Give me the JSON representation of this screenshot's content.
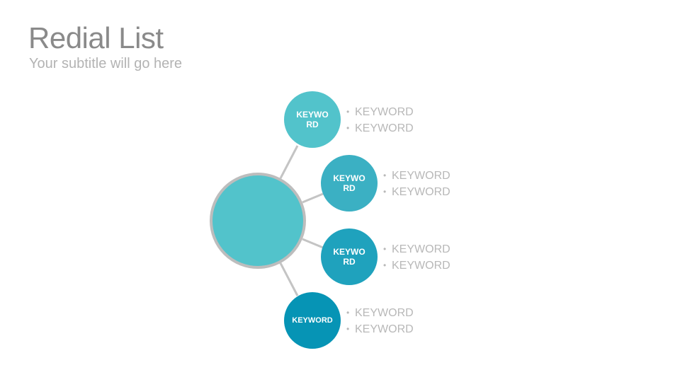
{
  "header": {
    "title": "Redial List",
    "subtitle": "Your subtitle will go here"
  },
  "diagram": {
    "hub": {
      "color": "#52c3cb",
      "border_color": "#bdbdbd"
    },
    "connector_color": "#c4c4c4",
    "text_color": "#b8b8b8",
    "nodes": [
      {
        "label": "KEYWORD",
        "color": "#52c3cb",
        "bullets": [
          "KEYWORD",
          "KEYWORD"
        ]
      },
      {
        "label": "KEYWORD",
        "color": "#3bb0c3",
        "bullets": [
          "KEYWORD",
          "KEYWORD"
        ]
      },
      {
        "label": "KEYWORD",
        "color": "#1fa2bd",
        "bullets": [
          "KEYWORD",
          "KEYWORD"
        ]
      },
      {
        "label": "KEYWORD",
        "color": "#0694b5",
        "bullets": [
          "KEYWORD",
          "KEYWORD"
        ]
      }
    ]
  }
}
